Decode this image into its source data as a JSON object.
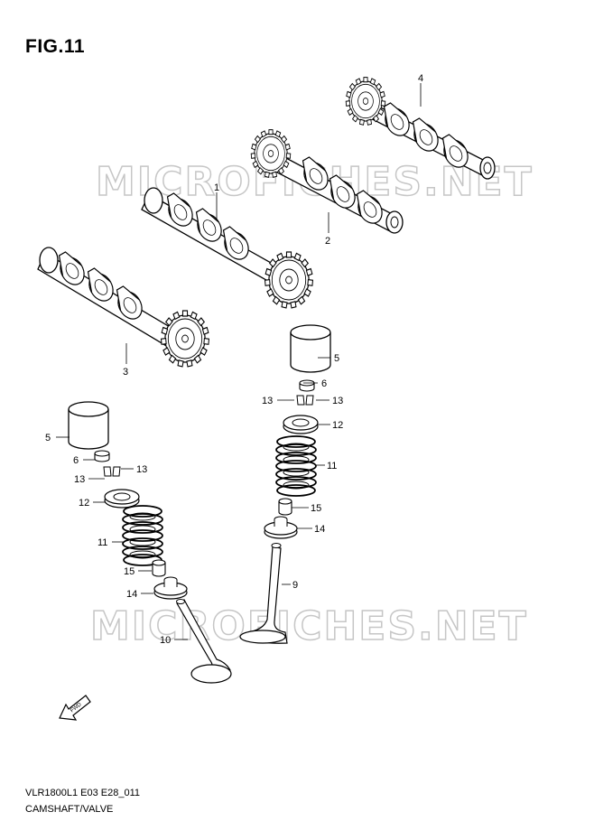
{
  "figure": {
    "title": "FIG.11",
    "model_code": "VLR1800L1 E03 E28_011",
    "section_name": "CAMSHAFT/VALVE"
  },
  "watermarks": [
    "MICROFICHES.NET",
    "MICROFICHES.NET"
  ],
  "fwd_arrow_label": "FWD",
  "callouts": [
    {
      "id": "c1",
      "text": "1"
    },
    {
      "id": "c2",
      "text": "2"
    },
    {
      "id": "c3",
      "text": "3"
    },
    {
      "id": "c4",
      "text": "4"
    },
    {
      "id": "c5a",
      "text": "5"
    },
    {
      "id": "c5b",
      "text": "5"
    },
    {
      "id": "c6a",
      "text": "6"
    },
    {
      "id": "c6b",
      "text": "6"
    },
    {
      "id": "c9",
      "text": "9"
    },
    {
      "id": "c10",
      "text": "10"
    },
    {
      "id": "c11a",
      "text": "11"
    },
    {
      "id": "c11b",
      "text": "11"
    },
    {
      "id": "c12a",
      "text": "12"
    },
    {
      "id": "c12b",
      "text": "12"
    },
    {
      "id": "c13a",
      "text": "13"
    },
    {
      "id": "c13b",
      "text": "13"
    },
    {
      "id": "c13c",
      "text": "13"
    },
    {
      "id": "c13d",
      "text": "13"
    },
    {
      "id": "c14a",
      "text": "14"
    },
    {
      "id": "c14b",
      "text": "14"
    },
    {
      "id": "c15a",
      "text": "15"
    },
    {
      "id": "c15b",
      "text": "15"
    }
  ]
}
